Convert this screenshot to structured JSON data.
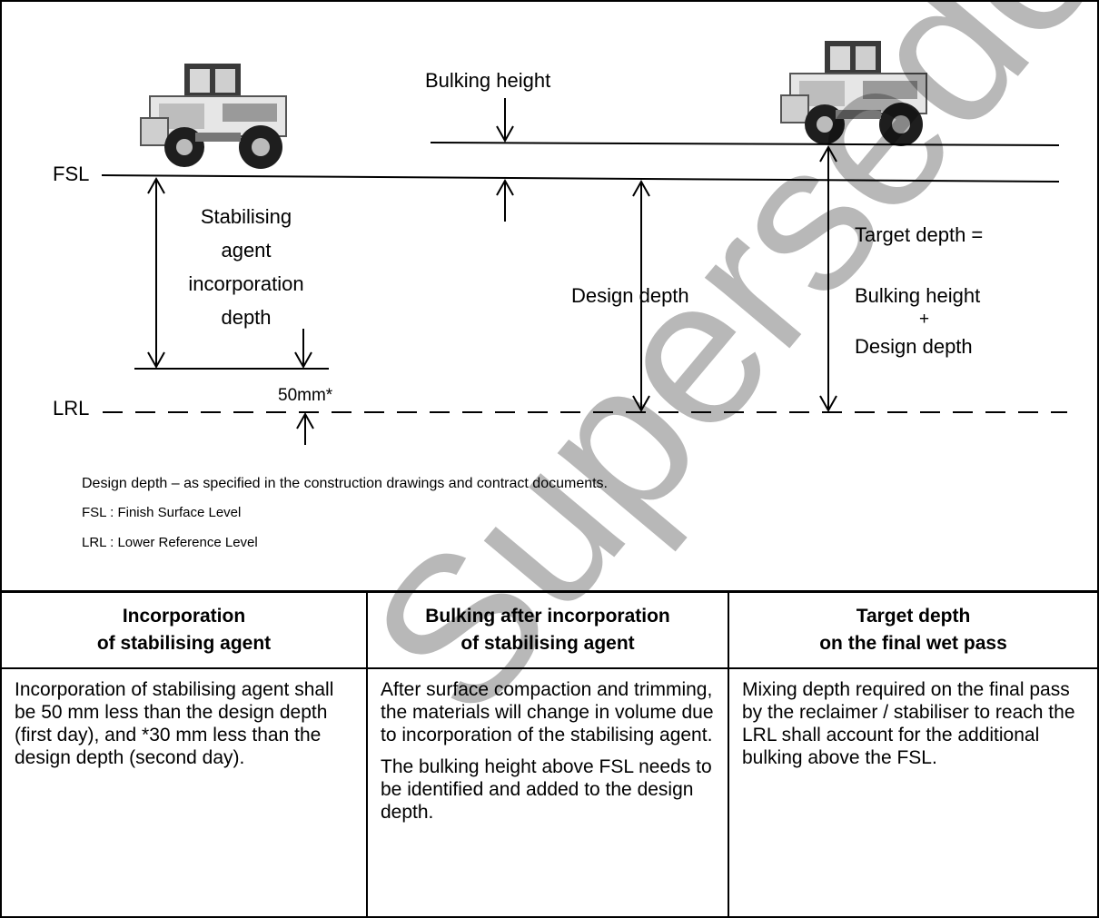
{
  "diagram": {
    "fsl_label": "FSL",
    "lrl_label": "LRL",
    "bulking_height_label": "Bulking height",
    "incorporation_depth_label": [
      "Stabilising",
      "agent",
      "incorporation",
      "depth"
    ],
    "design_depth_label": "Design depth",
    "target_depth_label": {
      "line1": "Target depth =",
      "line2": "Bulking height",
      "plus": "+",
      "line3": "Design depth"
    },
    "offset_label": "50mm*",
    "notes": [
      "Design depth – as specified in the construction drawings and contract documents.",
      "FSL : Finish Surface Level",
      "LRL : Lower Reference Level"
    ],
    "watermark": "Superseded",
    "machine_icons": [
      "reclaimer-stabiliser-icon",
      "reclaimer-stabiliser-icon"
    ]
  },
  "table": {
    "headers": [
      {
        "line1": "Incorporation",
        "line2": "of stabilising agent"
      },
      {
        "line1": "Bulking after incorporation",
        "line2": "of stabilising agent"
      },
      {
        "line1": "Target depth",
        "line2": "on the final wet pass"
      }
    ],
    "cells": [
      [
        "Incorporation of stabilising agent shall be 50 mm less than the design depth (first day), and *30 mm less than the design depth (second day)."
      ],
      [
        "After surface compaction and trimming, the materials will change in volume due to incorporation of the stabilising agent.",
        "The bulking height above FSL needs to be identified and added to the design depth."
      ],
      [
        "Mixing depth required on the final pass by the reclaimer / stabiliser to reach the LRL shall account for the additional bulking above the FSL."
      ]
    ]
  }
}
